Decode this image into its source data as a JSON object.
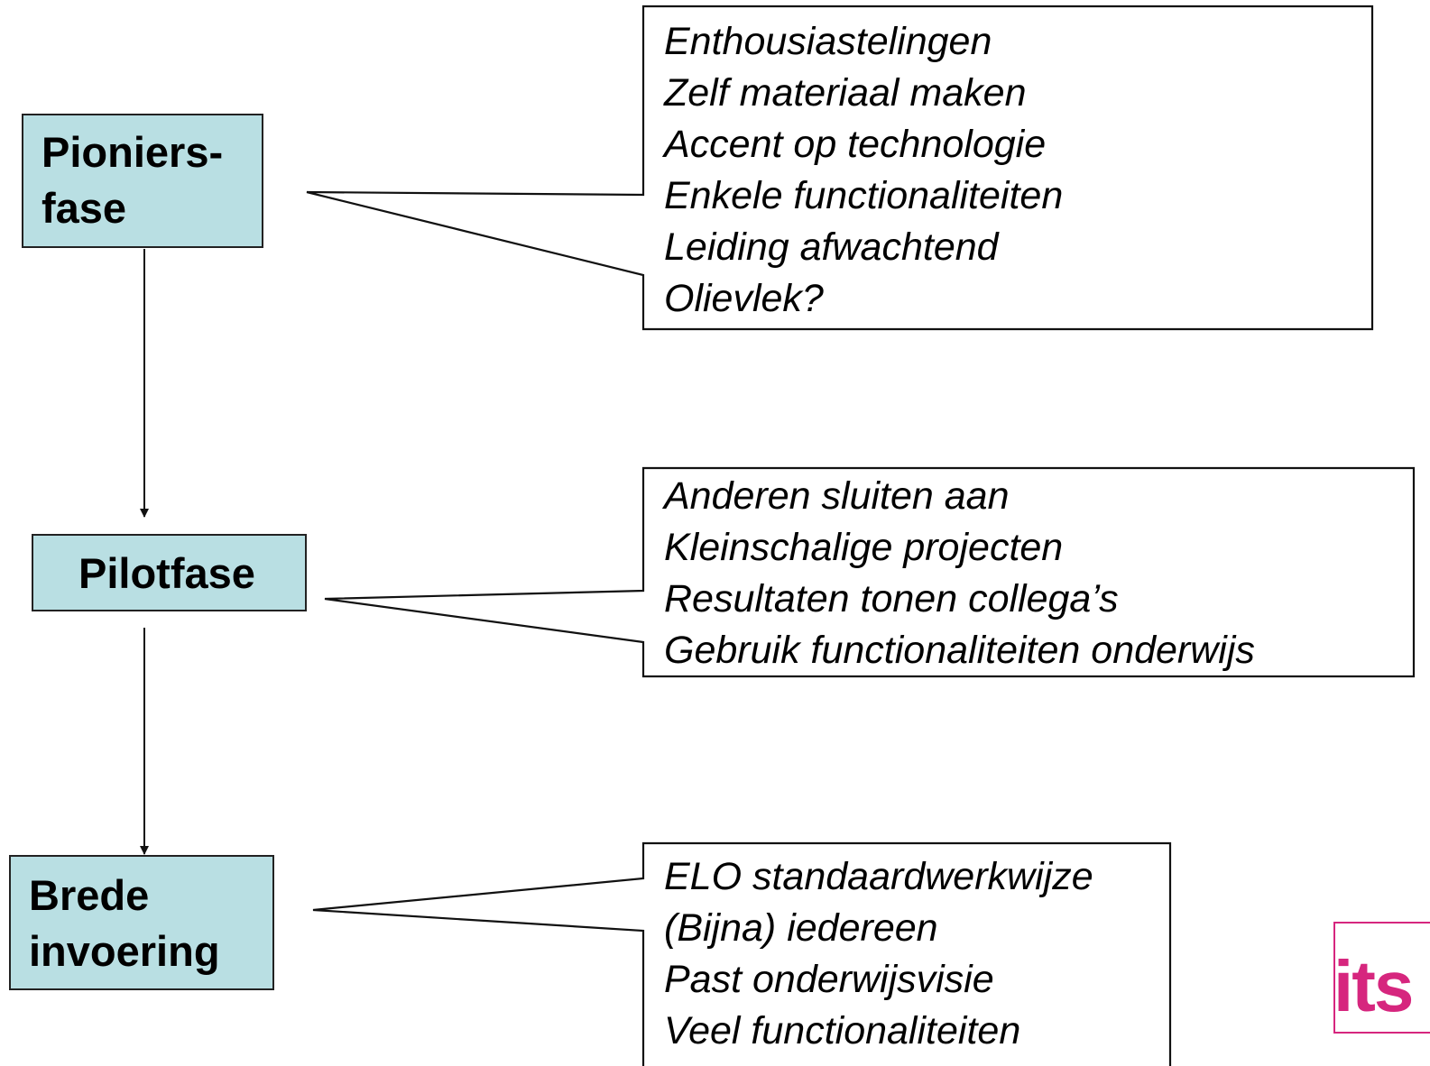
{
  "colors": {
    "phase_fill": "#b9dfe3",
    "outline": "#222222",
    "logo": "#d6267e"
  },
  "phases": [
    {
      "label": "Pioniers-\nfase",
      "details": [
        "Enthousiastelingen",
        "Zelf materiaal maken",
        "Accent op technologie",
        "Enkele functionaliteiten",
        "Leiding afwachtend",
        "Olievlek?"
      ]
    },
    {
      "label": "Pilotfase",
      "details": [
        "Anderen sluiten aan",
        "Kleinschalige projecten",
        "Resultaten tonen collega’s",
        "Gebruik functionaliteiten onderwijs"
      ]
    },
    {
      "label": "Brede\ninvoering",
      "details": [
        "ELO standaardwerkwijze",
        "(Bijna) iedereen",
        "Past onderwijsvisie",
        "Veel functionaliteiten"
      ]
    }
  ],
  "logo": {
    "text": "its"
  }
}
